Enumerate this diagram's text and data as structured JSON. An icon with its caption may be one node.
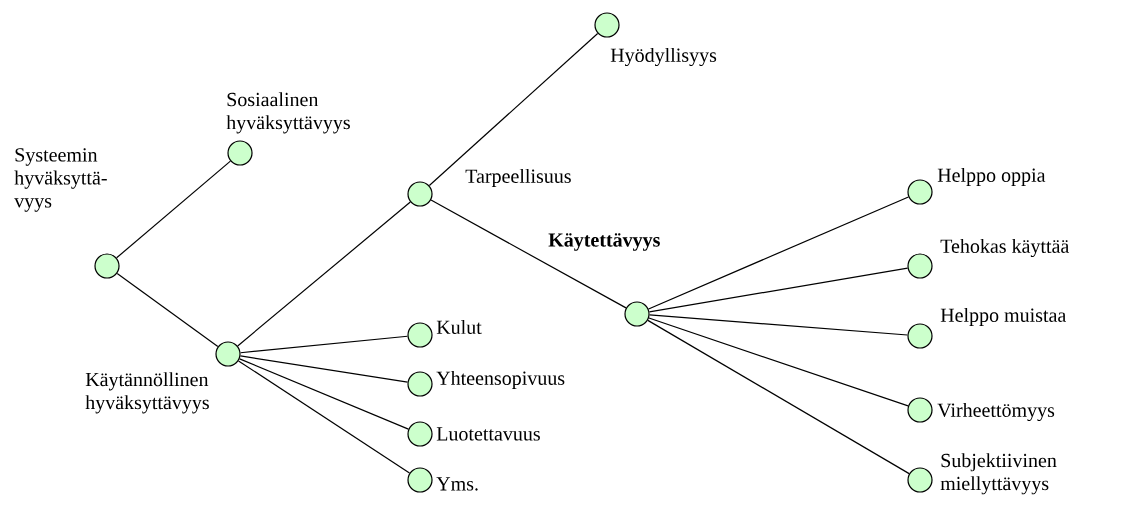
{
  "diagram": {
    "nodes": [
      {
        "text": [],
        "shape": "circle",
        "beside": [
          "Systeemin hyväksyttä- vyys"
        ]
      },
      {
        "text": [],
        "shape": "circle",
        "beside": [
          "Sosiaalinen hyväksyttävyys"
        ]
      },
      {
        "text": [],
        "shape": "circle",
        "beside": [
          "Käytännöllinen hyväksyttävyys"
        ]
      },
      {
        "text": [],
        "shape": "circle",
        "beside": [
          "Tarpeellisuus"
        ]
      },
      {
        "text": [],
        "shape": "circle",
        "beside": [
          "Hyödyllisyys"
        ]
      },
      {
        "text": [],
        "shape": "circle",
        "beside": [
          "Käytettävyys"
        ]
      },
      {
        "text": [],
        "shape": "circle",
        "beside": [
          "Kulut"
        ]
      },
      {
        "text": [],
        "shape": "circle",
        "beside": [
          "Yhteensopivuus"
        ]
      },
      {
        "text": [],
        "shape": "circle",
        "beside": [
          "Luotettavuus"
        ]
      },
      {
        "text": [],
        "shape": "circle",
        "beside": [
          "Yms."
        ]
      },
      {
        "text": [],
        "shape": "circle",
        "beside": [
          "Helppo oppia"
        ]
      },
      {
        "text": [],
        "shape": "circle",
        "beside": [
          "Tehokas käyttää"
        ]
      },
      {
        "text": [],
        "shape": "circle",
        "beside": [
          "Helppo muistaa"
        ]
      },
      {
        "text": [],
        "shape": "circle",
        "beside": [
          "Virheettömyys"
        ]
      },
      {
        "text": [],
        "shape": "circle",
        "beside": [
          "Subjektiivinen miellyttävyys"
        ]
      }
    ],
    "edges": [
      {
        "from": 0,
        "to": 1,
        "arrow": "none"
      },
      {
        "from": 0,
        "to": 2,
        "arrow": "none"
      },
      {
        "from": 2,
        "to": 3,
        "arrow": "none"
      },
      {
        "from": 3,
        "to": 4,
        "arrow": "none"
      },
      {
        "from": 3,
        "to": 5,
        "arrow": "none"
      },
      {
        "from": 2,
        "to": 6,
        "arrow": "none"
      },
      {
        "from": 2,
        "to": 7,
        "arrow": "none"
      },
      {
        "from": 2,
        "to": 8,
        "arrow": "none"
      },
      {
        "from": 2,
        "to": 9,
        "arrow": "none"
      },
      {
        "from": 5,
        "to": 10,
        "arrow": "none"
      },
      {
        "from": 5,
        "to": 11,
        "arrow": "none"
      },
      {
        "from": 5,
        "to": 12,
        "arrow": "none"
      },
      {
        "from": 5,
        "to": 13,
        "arrow": "none"
      },
      {
        "from": 5,
        "to": 14,
        "arrow": "none"
      }
    ]
  }
}
